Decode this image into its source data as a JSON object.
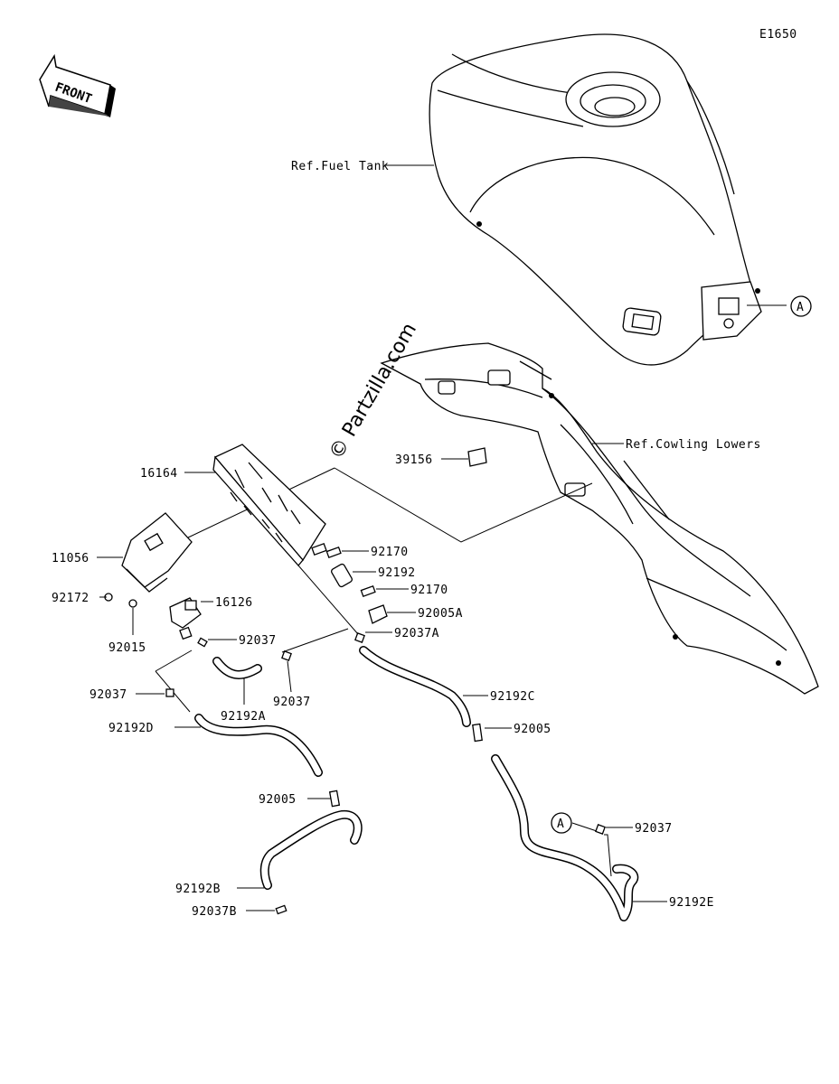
{
  "diagram_id": "E1650",
  "front_label": "FRONT",
  "watermark": "© Partzilla.com",
  "references": {
    "fuel_tank": "Ref.Fuel Tank",
    "cowling_lowers": "Ref.Cowling Lowers"
  },
  "callout_letter": "A",
  "parts": {
    "p16164": "16164",
    "p11056": "11056",
    "p92172": "92172",
    "p92015": "92015",
    "p16126": "16126",
    "p92037_upper": "92037",
    "p92037_left": "92037",
    "p92037_mid": "92037",
    "p92037_right": "92037",
    "p92192A": "92192A",
    "p92192D": "92192D",
    "p92005_left": "92005",
    "p92192B": "92192B",
    "p92037B": "92037B",
    "p92170_top": "92170",
    "p92192": "92192",
    "p92170_bottom": "92170",
    "p92005A": "92005A",
    "p92037A": "92037A",
    "p92192C": "92192C",
    "p92005_right": "92005",
    "p92192E": "92192E",
    "p39156": "39156"
  }
}
